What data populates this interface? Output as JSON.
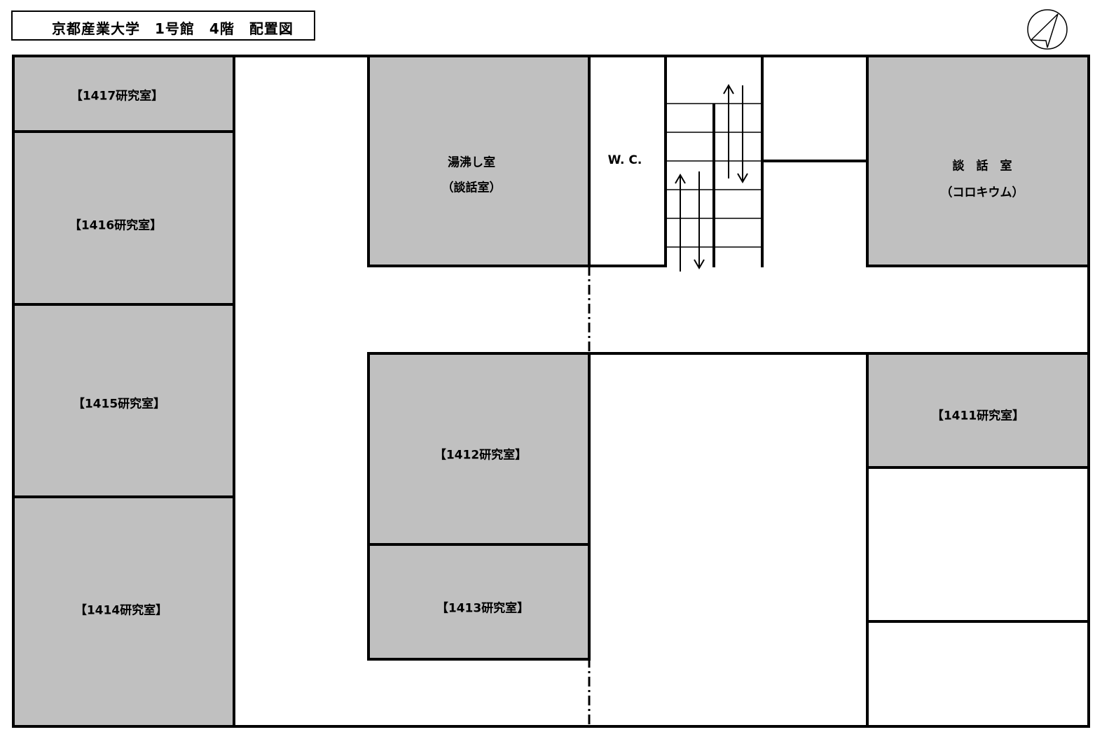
{
  "title": "京都産業大学　1号館　4階　配置図",
  "colors": {
    "room_fill": "#c0c0c0",
    "line": "#000000",
    "background": "#ffffff"
  },
  "north_symbol": "north-arrow-icon",
  "rooms": {
    "r1417": "【1417研究室】",
    "r1416": "【1416研究室】",
    "r1415": "【1415研究室】",
    "r1414": "【1414研究室】",
    "r1412": "【1412研究室】",
    "r1413": "【1413研究室】",
    "r1411": "【1411研究室】",
    "yuwakashi": "湯沸し室",
    "yuwakashi_sub": "（談話室）",
    "wc": "W. C.",
    "danwa": "談　話　室",
    "danwa_sub": "（コロキウム）"
  }
}
